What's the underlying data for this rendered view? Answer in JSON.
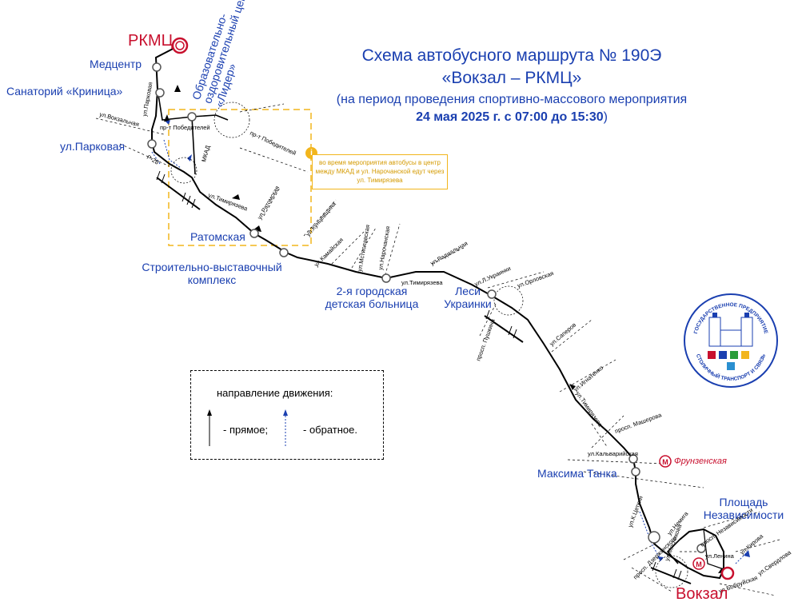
{
  "title": {
    "line1": "Схема автобусного маршрута № 190Э",
    "line2": "«Вокзал – РКМЦ»",
    "line3_open": "(на период проведения спортивно-массового мероприятия",
    "line4": "24 мая 2025 г. с 07:00 до 15:30",
    "line4_close": ")"
  },
  "terminals": {
    "start": "РКМЦ",
    "end": "Вокзал"
  },
  "stops": {
    "medcenter": "Медцентр",
    "krinitsa": "Санаторий «Криница»",
    "parkovaya": "ул.Парковая",
    "lider": "Образовательно-оздоровительный центр «Лидер»",
    "ratomskaya": "Ратомская",
    "expo_line1": "Строительно-выставочный",
    "expo_line2": "комплекс",
    "hospital_line1": "2-я городская",
    "hospital_line2": "детская больница",
    "lesi_line1": "Леси",
    "lesi_line2": "Украинки",
    "tanka": "Максима Танка",
    "square_line1": "Площадь",
    "square_line2": "Независимости"
  },
  "streets": {
    "parkovaya": "ул.Парковая",
    "vokzalnaya": "ул.Вокзальная",
    "r28": "Р-28",
    "pobediteley": "пр-т Победителей",
    "mkad": "МКАД",
    "pobediteley2": "пр-т Победителей",
    "timiryazeva": "ул.Тимирязева",
    "ratomskaya": "ул.Ратомская",
    "kuntsevshchina": "ул.Кунцевщина",
    "kamayskaya": "ул.Камайская",
    "mstislavskaya": "ул.Мстиславская",
    "narochanskaya": "ул.Нарочанская",
    "timiryazeva2": "ул.Тимирязева",
    "radialnaya": "ул.Радиальная",
    "ukrainki": "ул.Л.Украинки",
    "orlovskaya": "ул.Орловская",
    "pushkina": "просп. Пушкина",
    "saperov": "ул.Саперов",
    "ignatenko": "ул.Игнатенко",
    "timiryazeva3": "ул.Тимирязева",
    "masherova": "просп. Машерова",
    "kalvariyskaya": "ул.Кальварийская",
    "tsetkin": "ул.К.Цеткин",
    "nemiga": "ул.Немига",
    "myasnikova": "ул.Мясникова",
    "nezavisimosti": "просп. Независимости",
    "kirova": "ул.Кирова",
    "lenina": "ул.Ленина",
    "dzerzhinskogo": "просп. Дзержинского",
    "sverdlova": "ул.Свердлова",
    "bobruyskaya": "ул.Бобруйская"
  },
  "metro": {
    "frunzenskaya": "Фрунзенская",
    "symbol": "М"
  },
  "note": {
    "icon": "i",
    "text": "во время мероприятия автобусы в центр между МКАД и ул. Нарочанской едут через ул. Тимирязева"
  },
  "legend": {
    "heading": "направление движения:",
    "forward": "- прямое;",
    "backward": "- обратное."
  },
  "logo": {
    "top_text": "ГОСУДАРСТВЕННОЕ ПРЕДПРИЯТИЕ",
    "bottom_text": "СТОЛИЧНЫЙ ТРАНСПОРТ И СВЯЗЬ"
  },
  "colors": {
    "accent": "#1a3fb0",
    "terminal": "#c8102e",
    "note": "#f2b51c",
    "route": "#000000"
  }
}
